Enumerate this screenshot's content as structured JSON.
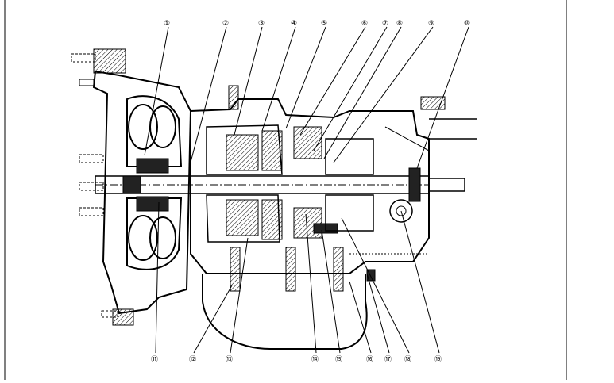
{
  "diagram": {
    "callouts_top": [
      "①",
      "②",
      "③",
      "④",
      "⑤",
      "⑥",
      "⑦",
      "⑧",
      "⑨",
      "⑩"
    ],
    "callouts_bottom": [
      "⑪",
      "⑫",
      "⑬",
      "⑭",
      "⑮",
      "⑯",
      "⑰",
      "⑱",
      "⑲"
    ]
  }
}
